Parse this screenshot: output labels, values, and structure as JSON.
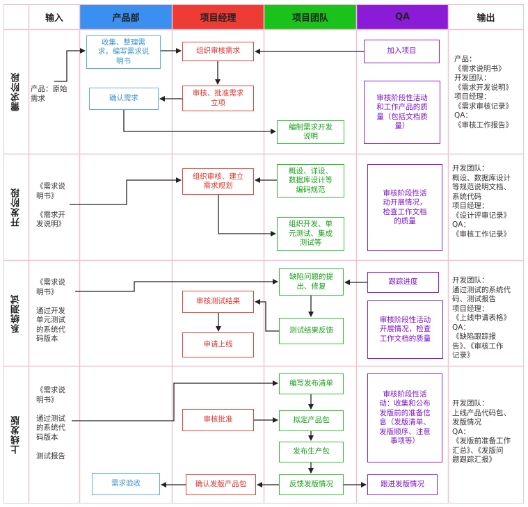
{
  "columns": {
    "input": "输入",
    "product": "产品部",
    "pm": "项目经理",
    "team": "项目团队",
    "qa": "QA",
    "output": "输出"
  },
  "colors": {
    "product_header": "#3b8ff0",
    "pm_header": "#ee3b35",
    "team_header": "#1cc21c",
    "qa_header": "#8a1bd6",
    "grid": "#f0c4cf"
  },
  "stages": {
    "requirements": "需求阶段",
    "development": "开发阶段",
    "testing": "系统测试",
    "release": "上线发版"
  },
  "inputs": {
    "requirements": "产品：原始\n  需求",
    "development": "《需求说\n  明书》\n\n《需求开\n  发说明》",
    "testing": "《需求说\n  明书》\n\n通过开发\n单元测试\n的系统代\n码版本",
    "release": "《需求说\n  明书》\n\n通过测试\n的系统代\n码版本\n\n测试报告"
  },
  "outputs": {
    "requirements": "产品：\n《需求说明书》\n开发团队：\n《需求开发说明》\n项目经理：\n《需求审核记录》\nQA：\n《审核工作报告》",
    "development": "开发团队：\n概设、数据库设计\n等规范说明文档、\n系统代码\n项目经理：\n《设计评审记录》\nQA：\n《审核工作记录》",
    "testing": "开发团队：\n通过测试的系统代\n码、测试报告\n项目经理：\n《上线申请表格》\nQA：\n《缺陷跟踪报\n告》、《审核工作\n记录》",
    "release": "开发团队：\n上线产品代码包、\n发版情况\nQA：\n《发版前准备工作\n汇总》、《发版问\n题跟踪汇报》"
  },
  "boxes": {
    "collect": "收集、整理需\n求，编写需求说\n明书",
    "confirm": "确认需求",
    "organize_review": "组织审核需求",
    "approve": "审核、批准需求\n立项",
    "write_dev_spec": "编制需求开发\n说明",
    "join_project": "加入项目",
    "qa_req": "审核阶段性活动\n和工作产品的质\n量（包括文档质\n量）",
    "org_review_plan": "组织审核、建立\n需求规划",
    "design": "概设、详设、\n数据库设计等\n编码规范",
    "develop": "组织开发、单\n元测试、集成\n测试等",
    "qa_dev": "审核阶段性活\n动开展情况，\n检查工作文档\n的质量",
    "defect": "缺陷问题的提\n出、修复",
    "review_test": "审核测试结果",
    "apply_launch": "申请上线",
    "test_feedback": "测试结果反馈",
    "track_progress": "跟踪进度",
    "qa_test": "审核阶段性活动\n开展情况，检查\n工作文档的质量",
    "release_list": "编写发布清单",
    "review_approve": "审核批准",
    "make_package": "拟定产品包",
    "publish": "发布生产包",
    "feedback_release": "反馈发版情况",
    "confirm_package": "确认发版产品包",
    "acceptance": "需求验收",
    "qa_release": "审核阶段性活\n动：收集和公布\n发版前的准备信\n息（发版清单、\n发版顺序、注意\n事项等）",
    "track_release": "跟进发版情况"
  }
}
